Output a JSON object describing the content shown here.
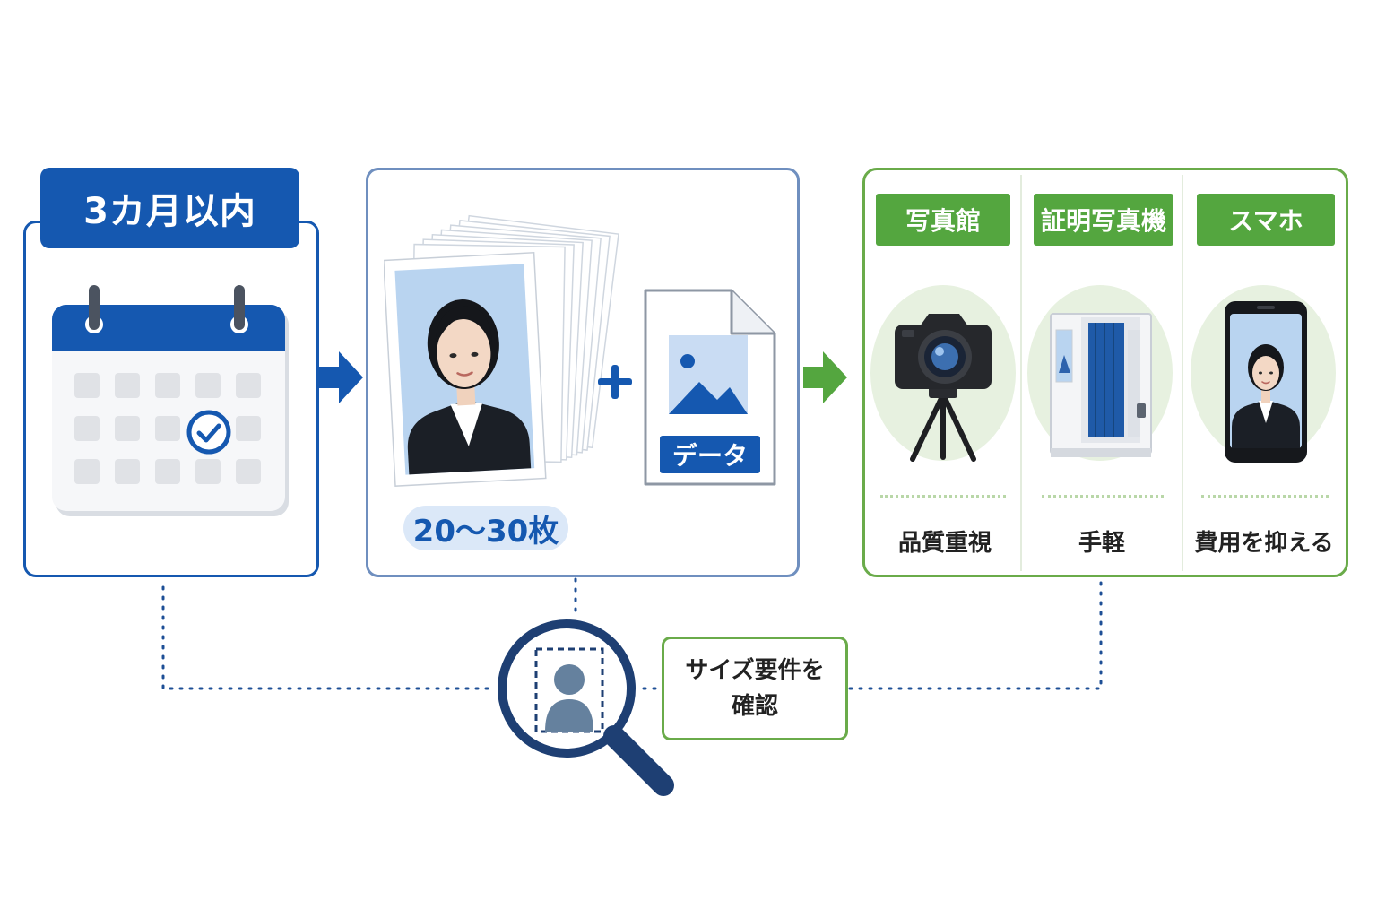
{
  "deadline": {
    "title": "3カ月以内"
  },
  "prints": {
    "count_label": "20〜30枚",
    "data_label": "データ"
  },
  "options": [
    {
      "label": "写真館",
      "feature": "品質重視",
      "icon": "camera-on-tripod-icon"
    },
    {
      "label": "証明写真機",
      "feature": "手軽",
      "icon": "photo-booth-icon"
    },
    {
      "label": "スマホ",
      "feature": "費用を抑える",
      "icon": "smartphone-icon"
    }
  ],
  "check": {
    "label": "サイズ要件を確認"
  },
  "colors": {
    "blue": "#1558b0",
    "navy": "#1e3f73",
    "green": "#54a63f",
    "green_border": "#6aab4a",
    "photo_bg": "#b9d4f0"
  }
}
